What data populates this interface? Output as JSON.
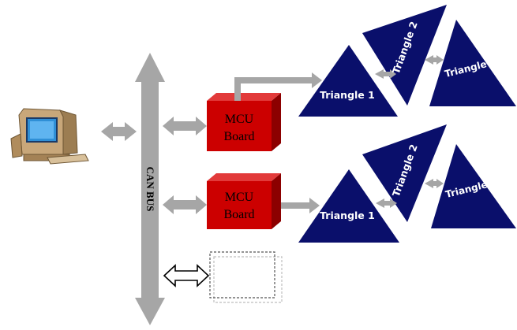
{
  "bus": {
    "label": "CAN BUS"
  },
  "mcu_boards": [
    {
      "line1": "MCU",
      "line2": "Board"
    },
    {
      "line1": "MCU",
      "line2": "Board"
    }
  ],
  "chains": [
    {
      "triangles": [
        "Triangle 1",
        "Triangle 2",
        "Triangle n"
      ]
    },
    {
      "triangles": [
        "Triangle 1",
        "Triangle 2",
        "Triangle n"
      ]
    }
  ],
  "colors": {
    "bus_gray": "#a6a6a6",
    "board_red": "#cc0000",
    "board_red_top": "#e23a3a",
    "board_red_side": "#8c0000",
    "triangle_navy": "#0a0f6b"
  },
  "icons": {
    "computer": "computer-icon"
  }
}
